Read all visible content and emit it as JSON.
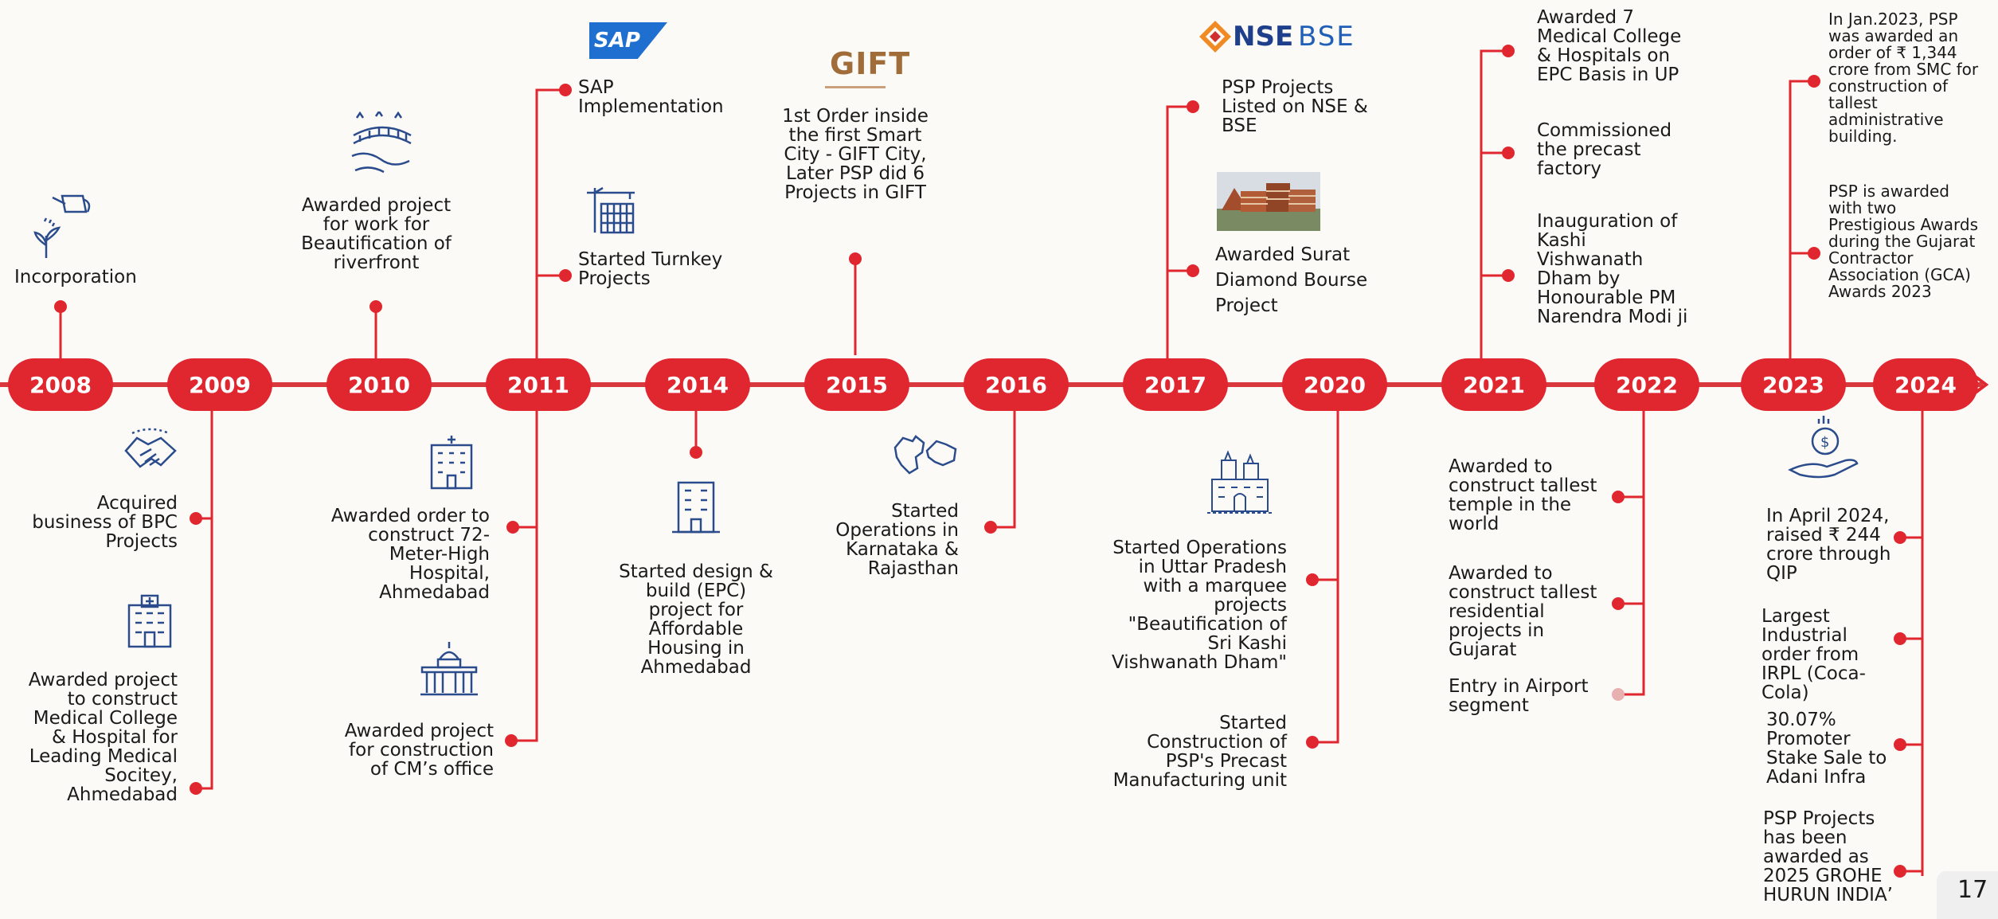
{
  "colors": {
    "accent": "#e0272f",
    "icon": "#2b4c8c",
    "background": "#fcfaf6"
  },
  "years": [
    "2008",
    "2009",
    "2010",
    "2011",
    "2014",
    "2015",
    "2016",
    "2017",
    "2020",
    "2021",
    "2022",
    "2023",
    "2024"
  ],
  "milestones": {
    "y2008_incorporation": "Incorporation",
    "y2009_bpc": "Acquired business of BPC Projects",
    "y2009_medical": "Awarded project to construct Medical College & Hospital for Leading Medical Socitey, Ahmedabad",
    "y2010_riverfront": "Awarded project for work for Beautification of riverfront",
    "y2010_hospital": "Awarded order to construct 72-Meter-High Hospital, Ahmedabad",
    "y2010_cm_office": "Awarded project for construction of CM’s office",
    "y2011_sap": "SAP Implementation",
    "y2011_turnkey": "Started Turnkey Projects",
    "y2014_epc": "Started design & build (EPC) project for Affordable Housing in Ahmedabad",
    "y2015_gift": "1st Order inside the first Smart City - GIFT City, Later PSP did 6 Projects in GIFT",
    "y2016_states": "Started Operations in Karnataka & Rajasthan",
    "y2017_listed": "PSP Projects Listed on NSE & BSE",
    "y2017_diamond": "Awarded Surat Diamond Bourse Project",
    "y2020_up": "Started Operations in Uttar Pradesh with a marquee projects \"Beautification of Sri Kashi Vishwanath Dham\"",
    "y2020_precast": "Started Construction of PSP's Precast Manufacturing unit",
    "y2021_medical": "Awarded 7 Medical College & Hospitals on EPC Basis in UP",
    "y2021_precast": "Commissioned the precast factory",
    "y2021_kashi": "Inauguration of Kashi Vishwanath Dham by Honourable PM Narendra Modi ji",
    "y2022_temple": "Awarded to construct tallest temple in the world",
    "y2022_residential": "Awarded to construct tallest residential projects in Gujarat",
    "y2022_airport": "Entry in Airport segment",
    "y2023_smc": "In Jan.2023, PSP was awarded an order of ₹ 1,344 crore from SMC for construction of tallest administrative building.",
    "y2023_gca": "PSP is awarded with two Prestigious Awards during the Gujarat Contractor Association (GCA) Awards 2023",
    "y2024_qip": "In April 2024, raised ₹ 244 crore through QIP",
    "y2024_irpl": "Largest Industrial order from IRPL (Coca-Cola)",
    "y2024_adani": "30.07% Promoter Stake Sale to Adani Infra",
    "y2024_grohe": "PSP Projects has been awarded as 2025 GROHE HURUN INDIA’"
  },
  "logos": {
    "sap": "SAP",
    "gift": "GIFT",
    "nse": "NSE",
    "bse": "BSE"
  },
  "page_number": "17"
}
